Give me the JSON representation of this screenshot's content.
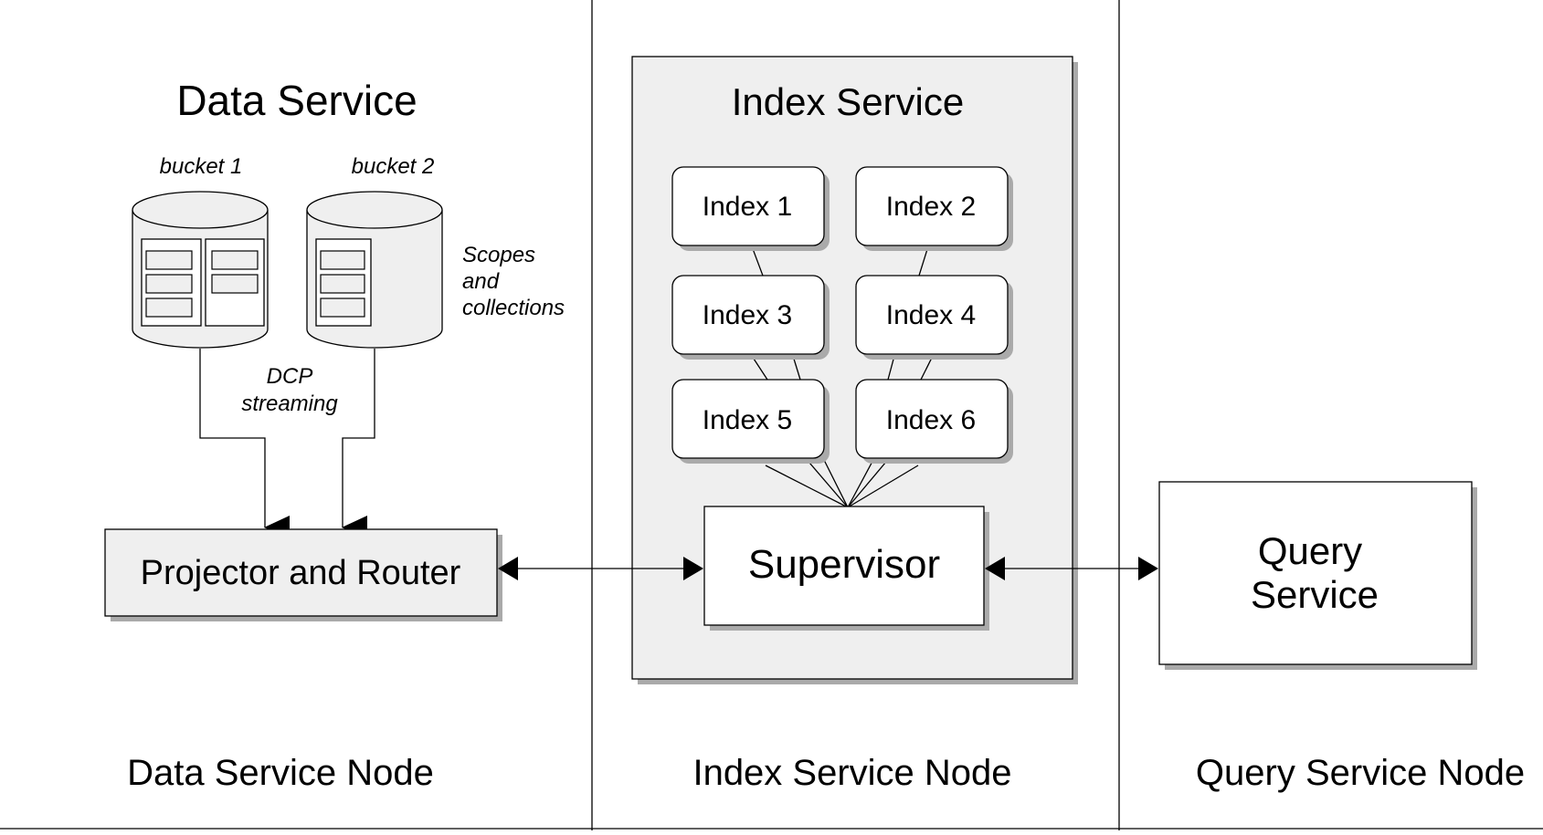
{
  "data_service": {
    "title": "Data Service",
    "bucket1": "bucket 1",
    "bucket2": "bucket 2",
    "scopes_line1": "Scopes",
    "scopes_line2": "and",
    "scopes_line3": "collections",
    "dcp_line1": "DCP",
    "dcp_line2": "streaming",
    "projector": "Projector and Router"
  },
  "index_service": {
    "title": "Index Service",
    "indexes": [
      "Index 1",
      "Index 2",
      "Index 3",
      "Index 4",
      "Index 5",
      "Index 6"
    ],
    "supervisor": "Supervisor"
  },
  "query_service": {
    "line1": "Query",
    "line2": "Service"
  },
  "nodes": {
    "data": "Data Service Node",
    "index": "Index Service Node",
    "query": "Query Service Node"
  },
  "colors": {
    "panel_fill": "#efefef",
    "shadow": "#aaaaaa",
    "line": "#000000"
  }
}
